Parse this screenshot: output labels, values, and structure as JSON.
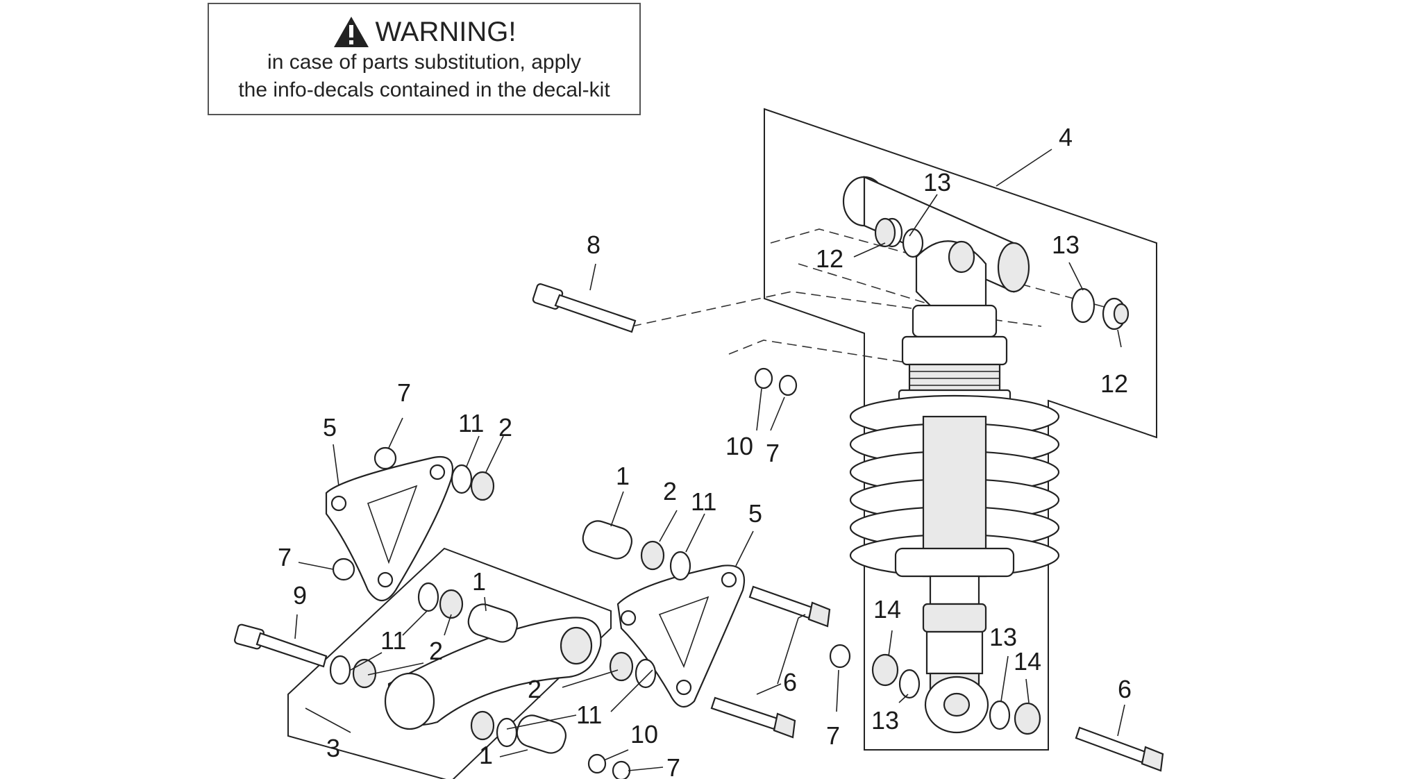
{
  "warning": {
    "title": "WARNING!",
    "line1": "in case of parts substitution, apply",
    "line2": "the info-decals contained in the decal-kit",
    "icon": "warning-triangle-icon"
  },
  "labels": [
    "1",
    "1",
    "1",
    "2",
    "2",
    "2",
    "2",
    "3",
    "4",
    "5",
    "5",
    "6",
    "6",
    "7",
    "7",
    "7",
    "7",
    "7",
    "8",
    "9",
    "10",
    "10",
    "11",
    "11",
    "11",
    "11",
    "12",
    "12",
    "13",
    "13",
    "13",
    "13",
    "14",
    "14"
  ]
}
